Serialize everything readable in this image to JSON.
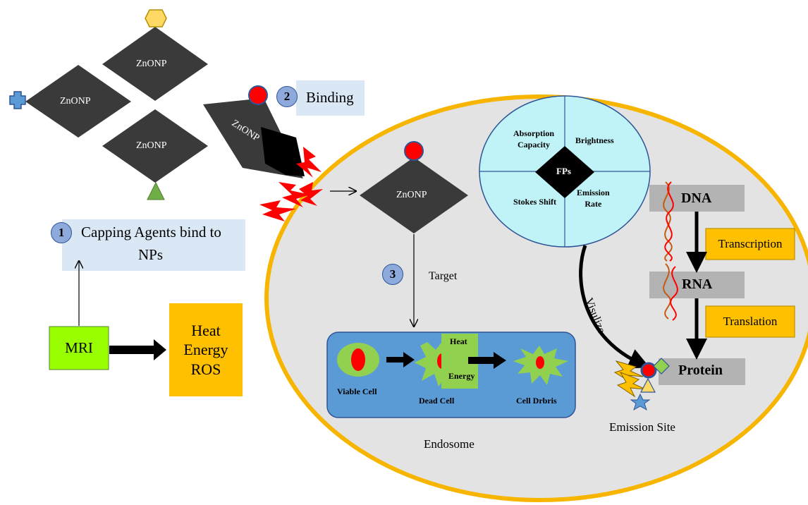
{
  "nanoparticles": {
    "label": "ZnONP"
  },
  "steps": [
    {
      "number": "1",
      "label": "Capping Agents bind to",
      "label2": "NPs"
    },
    {
      "number": "2",
      "label": "Binding"
    },
    {
      "number": "3",
      "label": "Target"
    }
  ],
  "mri": {
    "label": "MRI",
    "outputs": [
      "Heat",
      "Energy",
      "ROS"
    ]
  },
  "endosome": {
    "label": "Endosome",
    "cells": [
      "Viable Cell",
      "Dead Cell",
      "Cell Drbris"
    ],
    "energy_labels": [
      "Heat",
      "Energy"
    ]
  },
  "fp_wheel": {
    "center": "FPs",
    "quadrants": {
      "top_left": [
        "Absorption",
        "Capacity"
      ],
      "top_right": "Brightness",
      "bottom_left": "Stokes Shift",
      "bottom_right": [
        "Emission",
        "Rate"
      ]
    }
  },
  "gene_expression": {
    "dna": "DNA",
    "transcription": "Transcription",
    "rna": "RNA",
    "translation": "Translation",
    "protein": "Protein"
  },
  "visualize_label": "Visulize",
  "emission_site_label": "Emission Site",
  "colors": {
    "nanoparticle": "#3a3a3a",
    "cell_fill": "#e3e3e3",
    "cell_border": "#f7b500",
    "endosome_fill": "#5b9bd5",
    "fp_fill": "#bff3f7",
    "gene_box": "#b3b3b3",
    "process_box": "#ffc000",
    "mri_box": "#99ff00",
    "output_box": "#ffc000",
    "step_circle": "#8ea9db",
    "cell_green": "#92d050",
    "nucleus_red": "#ff0000"
  }
}
